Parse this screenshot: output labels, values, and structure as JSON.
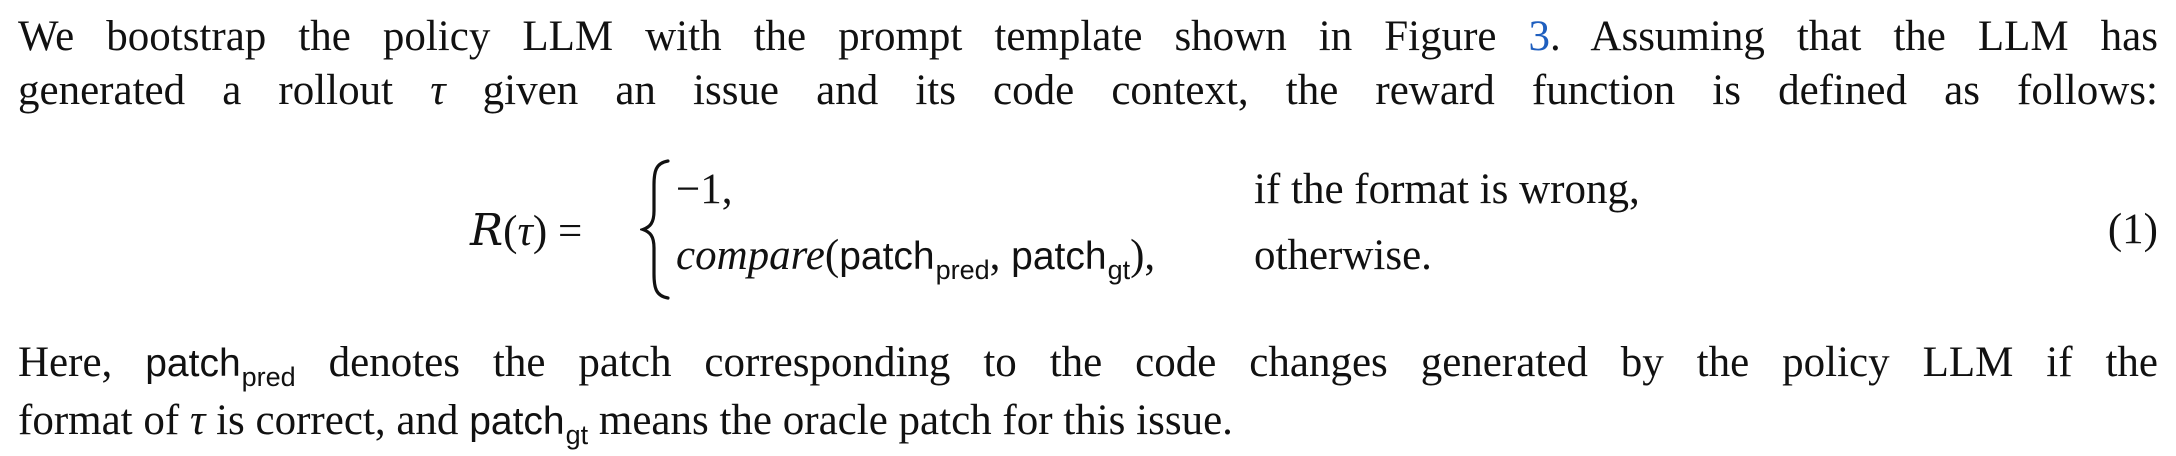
{
  "paragraph1": {
    "line1_before_ref": "We bootstrap the policy LLM with the prompt template shown in Figure ",
    "figure_ref": "3",
    "line1_after_ref": ". Assuming that the LLM has",
    "line2_before_tau": "generated a rollout ",
    "tau": "τ",
    "line2_after_tau": " given an issue and its code context, the reward function is defined as follows:"
  },
  "equation": {
    "lhs_symbol": "R",
    "lhs_arg_open": "(",
    "lhs_arg": "τ",
    "lhs_arg_close": ")",
    "equals": " =",
    "case1_value": "−1,",
    "case1_condition": "if the format is wrong,",
    "case2_func": "compare",
    "case2_open": "(",
    "patch_word": "patch",
    "pred_sub": "pred",
    "comma": ", ",
    "gt_sub": "gt",
    "case2_close": "),",
    "case2_condition": "otherwise.",
    "number": "(1)"
  },
  "paragraph2": {
    "line1_start": "Here, ",
    "patch_word": "patch",
    "pred_sub": "pred",
    "line1_rest": " denotes the patch corresponding to the code changes generated by the policy LLM if the",
    "line2_start": "format of ",
    "tau": "τ",
    "line2_mid": " is correct, and ",
    "gt_sub": "gt",
    "line2_end": " means the oracle patch for this issue."
  }
}
